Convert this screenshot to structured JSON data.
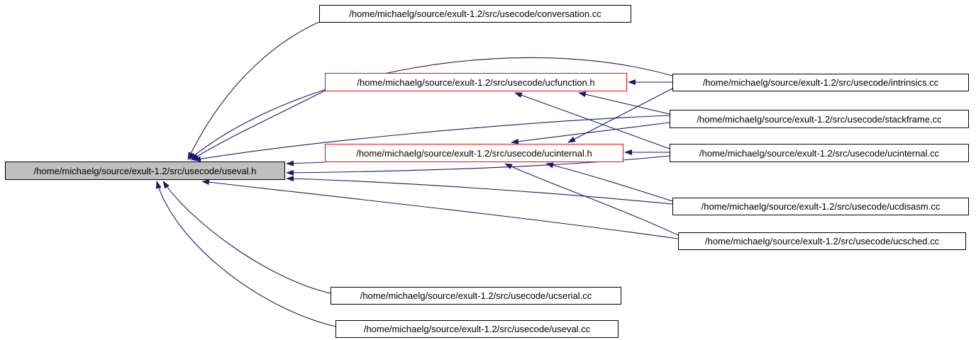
{
  "diagram": {
    "type": "include-dependency-graph",
    "colors": {
      "background": "#ffffff",
      "edge": "#191970",
      "node_border": "#000000",
      "highlight_border": "#ff0000",
      "focus_fill": "#bfbfbf",
      "node_fill": "#ffffff"
    },
    "nodes": [
      {
        "id": "conversation-cc",
        "label": "/home/michaelg/source/exult-1.2/src/usecode/conversation.cc",
        "style": "normal"
      },
      {
        "id": "ucfunction-h",
        "label": "/home/michaelg/source/exult-1.2/src/usecode/ucfunction.h",
        "style": "red"
      },
      {
        "id": "intrinsics-cc",
        "label": "/home/michaelg/source/exult-1.2/src/usecode/intrinsics.cc",
        "style": "normal"
      },
      {
        "id": "stackframe-cc",
        "label": "/home/michaelg/source/exult-1.2/src/usecode/stackframe.cc",
        "style": "normal"
      },
      {
        "id": "ucinternal-h",
        "label": "/home/michaelg/source/exult-1.2/src/usecode/ucinternal.h",
        "style": "red"
      },
      {
        "id": "ucinternal-cc",
        "label": "/home/michaelg/source/exult-1.2/src/usecode/ucinternal.cc",
        "style": "normal"
      },
      {
        "id": "useval-h",
        "label": "/home/michaelg/source/exult-1.2/src/usecode/useval.h",
        "style": "gray"
      },
      {
        "id": "ucdisasm-cc",
        "label": "/home/michaelg/source/exult-1.2/src/usecode/ucdisasm.cc",
        "style": "normal"
      },
      {
        "id": "ucsched-cc",
        "label": "/home/michaelg/source/exult-1.2/src/usecode/ucsched.cc",
        "style": "normal"
      },
      {
        "id": "ucserial-cc",
        "label": "/home/michaelg/source/exult-1.2/src/usecode/ucserial.cc",
        "style": "normal"
      },
      {
        "id": "useval-cc",
        "label": "/home/michaelg/source/exult-1.2/src/usecode/useval.cc",
        "style": "normal"
      }
    ],
    "edges": [
      {
        "from": "conversation-cc",
        "to": "useval-h"
      },
      {
        "from": "intrinsics-cc",
        "to": "useval-h"
      },
      {
        "from": "ucfunction-h",
        "to": "useval-h"
      },
      {
        "from": "stackframe-cc",
        "to": "useval-h"
      },
      {
        "from": "ucinternal-h",
        "to": "useval-h"
      },
      {
        "from": "ucinternal-cc",
        "to": "useval-h"
      },
      {
        "from": "ucdisasm-cc",
        "to": "useval-h"
      },
      {
        "from": "ucsched-cc",
        "to": "useval-h"
      },
      {
        "from": "ucserial-cc",
        "to": "useval-h"
      },
      {
        "from": "useval-cc",
        "to": "useval-h"
      },
      {
        "from": "intrinsics-cc",
        "to": "ucfunction-h"
      },
      {
        "from": "stackframe-cc",
        "to": "ucfunction-h"
      },
      {
        "from": "ucinternal-cc",
        "to": "ucfunction-h"
      },
      {
        "from": "intrinsics-cc",
        "to": "ucinternal-h"
      },
      {
        "from": "stackframe-cc",
        "to": "ucinternal-h"
      },
      {
        "from": "ucinternal-cc",
        "to": "ucinternal-h"
      },
      {
        "from": "ucdisasm-cc",
        "to": "ucinternal-h"
      },
      {
        "from": "ucsched-cc",
        "to": "ucinternal-h"
      }
    ]
  }
}
